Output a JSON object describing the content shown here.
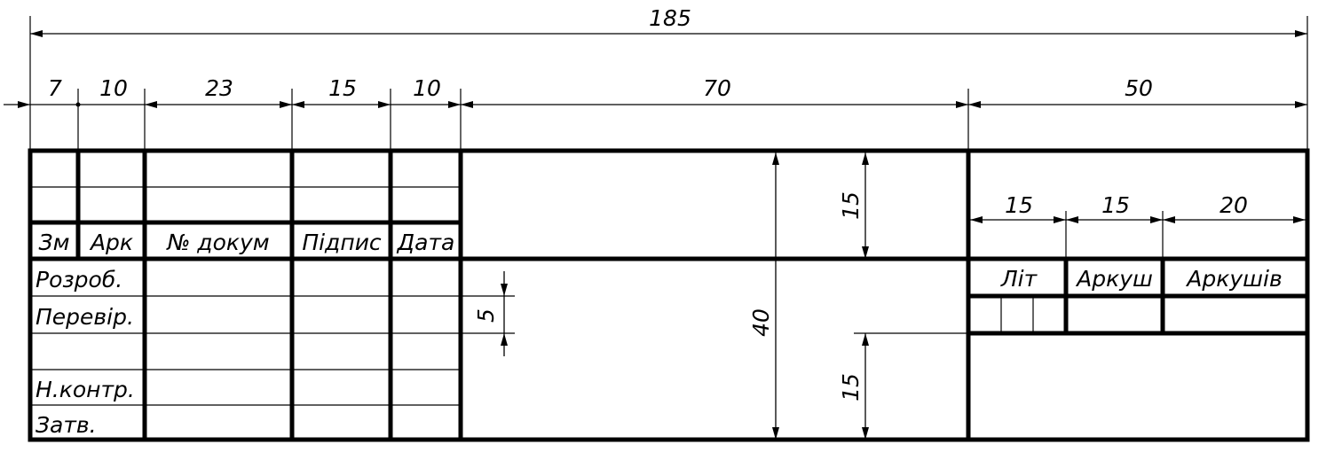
{
  "dimensions": {
    "overall_width": "185",
    "col_7": "7",
    "col_10a": "10",
    "col_23": "23",
    "col_15": "15",
    "col_10b": "10",
    "col_70": "70",
    "col_50": "50",
    "sub_15a": "15",
    "sub_15b": "15",
    "sub_20": "20",
    "height_top_15": "15",
    "height_40": "40",
    "height_5": "5",
    "height_bottom_15": "15"
  },
  "header_labels": {
    "zm": "Зм",
    "ark": "Арк",
    "no_dokum": "№ докум",
    "pidpys": "Підпис",
    "data": "Дата"
  },
  "row_labels": {
    "rozrob": "Розроб.",
    "perevir": "Перевір.",
    "n_kontr": "Н.контр.",
    "zatv": "Затв."
  },
  "right_block_labels": {
    "lit": "Літ",
    "arkush": "Аркуш",
    "arkushiv": "Аркушів"
  }
}
